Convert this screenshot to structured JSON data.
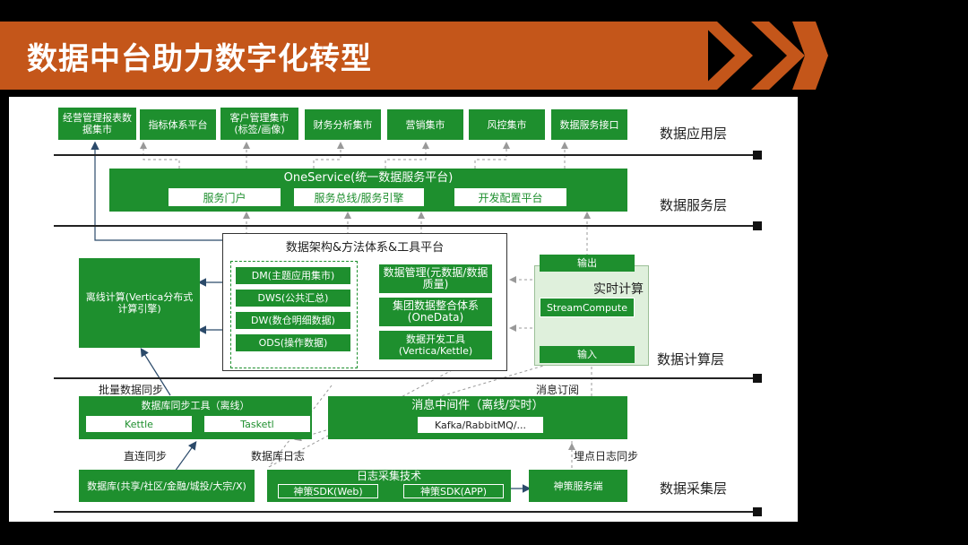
{
  "title": "数据中台助力数字化转型",
  "colors": {
    "banner": "#c4561a",
    "green": "#1e8f2e",
    "light_green": "#dff0dc"
  },
  "layers": {
    "application": "数据应用层",
    "service": "数据服务层",
    "compute": "数据计算层",
    "collection": "数据采集层"
  },
  "apps": [
    "经营管理报表数据集市",
    "指标体系平台",
    "客户管理集市(标签/画像)",
    "财务分析集市",
    "营销集市",
    "风控集市",
    "数据服务接口"
  ],
  "oneservice": {
    "title": "OneService(统一数据服务平台)",
    "items": [
      "服务门户",
      "服务总线/服务引擎",
      "开发配置平台"
    ]
  },
  "framework": {
    "title": "数据架构&方法体系&工具平台",
    "layers": [
      "DM(主题应用集市)",
      "DWS(公共汇总)",
      "DW(数仓明细数据)",
      "ODS(操作数据)"
    ],
    "tools": [
      "数据管理(元数据/数据质量)",
      "集团数据整合体系(OneData)",
      "数据开发工具(Vertica/Kettle)"
    ]
  },
  "offline": "离线计算(Vertica分布式计算引擎)",
  "realtime": {
    "label": "实时计算",
    "output": "输出",
    "engine": "StreamCompute",
    "input": "输入"
  },
  "sync_tool": {
    "title": "数据库同步工具（离线）",
    "items": [
      "Kettle",
      "Tasketl"
    ]
  },
  "mq": {
    "title": "消息中间件（离线/实时）",
    "detail": "Kafka/RabbitMQ/..."
  },
  "database": "数据库(共享/社区/金融/城投/大宗/X)",
  "log_collect": {
    "title": "日志采集技术",
    "items": [
      "神策SDK(Web)",
      "神策SDK(APP)"
    ]
  },
  "sensors_server": "神策服务端",
  "labels": {
    "batch_sync": "批量数据同步",
    "direct_sync": "直连同步",
    "db_log": "数据库日志",
    "msg_sub": "消息订阅",
    "track_sync": "埋点日志同步"
  }
}
